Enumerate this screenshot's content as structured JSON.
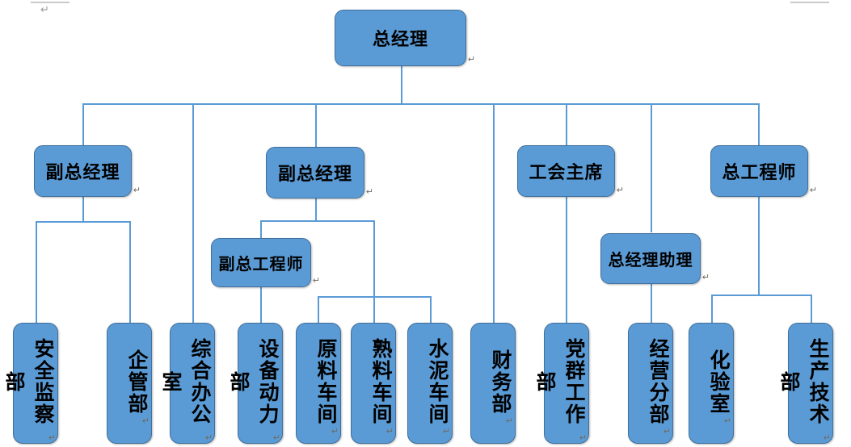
{
  "document": {
    "page_marks": {
      "pilcrow": "↵"
    }
  },
  "chart": {
    "type": "org-chart",
    "title": "总经理",
    "colors": {
      "node_fill": "#5B9BD5",
      "node_border": "#41709C",
      "connector": "#5A9BD5",
      "text": "#000000",
      "pilcrow": "#6F6A5E"
    },
    "nodes": {
      "general_manager": {
        "label": "总经理",
        "mark": "↵"
      },
      "deputy_gm_1": {
        "label": "副总经理",
        "mark": "↵"
      },
      "deputy_gm_2": {
        "label": "副总经理",
        "mark": "↵"
      },
      "union_chairman": {
        "label": "工会主席",
        "mark": "↵"
      },
      "chief_engineer": {
        "label": "总工程师",
        "mark": "↵"
      },
      "deputy_chief_engineer": {
        "label": "副总工程师",
        "mark": "↵"
      },
      "gm_assistant": {
        "label": "总经理助理",
        "mark": "↵"
      },
      "safety_supervision_dept": {
        "label": "安全监察部",
        "mark": "↵"
      },
      "enterprise_mgmt_dept": {
        "label": "企管部",
        "mark": "↵"
      },
      "general_office": {
        "label": "综合办公室",
        "mark": "↵"
      },
      "equipment_power_dept": {
        "label": "设备动力部",
        "mark": "↵"
      },
      "raw_material_workshop": {
        "label": "原料车间",
        "mark": "↵"
      },
      "clinker_workshop": {
        "label": "熟料车间",
        "mark": "↵"
      },
      "cement_workshop": {
        "label": "水泥车间",
        "mark": "↵"
      },
      "finance_dept": {
        "label": "财务部",
        "mark": "↵"
      },
      "party_mass_work_dept": {
        "label": "党群工作部",
        "mark": "↵"
      },
      "operations_branch": {
        "label": "经营分部",
        "mark": "↵"
      },
      "laboratory": {
        "label": "化验室",
        "mark": "↵"
      },
      "production_tech_dept": {
        "label": "生产技术部",
        "mark": "↵"
      }
    },
    "edges": [
      "general_manager->deputy_gm_1",
      "general_manager->deputy_gm_2",
      "general_manager->general_office",
      "general_manager->finance_dept",
      "general_manager->union_chairman",
      "general_manager->gm_assistant",
      "general_manager->chief_engineer",
      "deputy_gm_1->safety_supervision_dept",
      "deputy_gm_1->enterprise_mgmt_dept",
      "deputy_gm_2->deputy_chief_engineer",
      "deputy_gm_2->raw_material_workshop",
      "deputy_gm_2->clinker_workshop",
      "deputy_gm_2->cement_workshop",
      "deputy_chief_engineer->equipment_power_dept",
      "union_chairman->party_mass_work_dept",
      "gm_assistant->operations_branch",
      "chief_engineer->laboratory",
      "chief_engineer->production_tech_dept"
    ]
  }
}
